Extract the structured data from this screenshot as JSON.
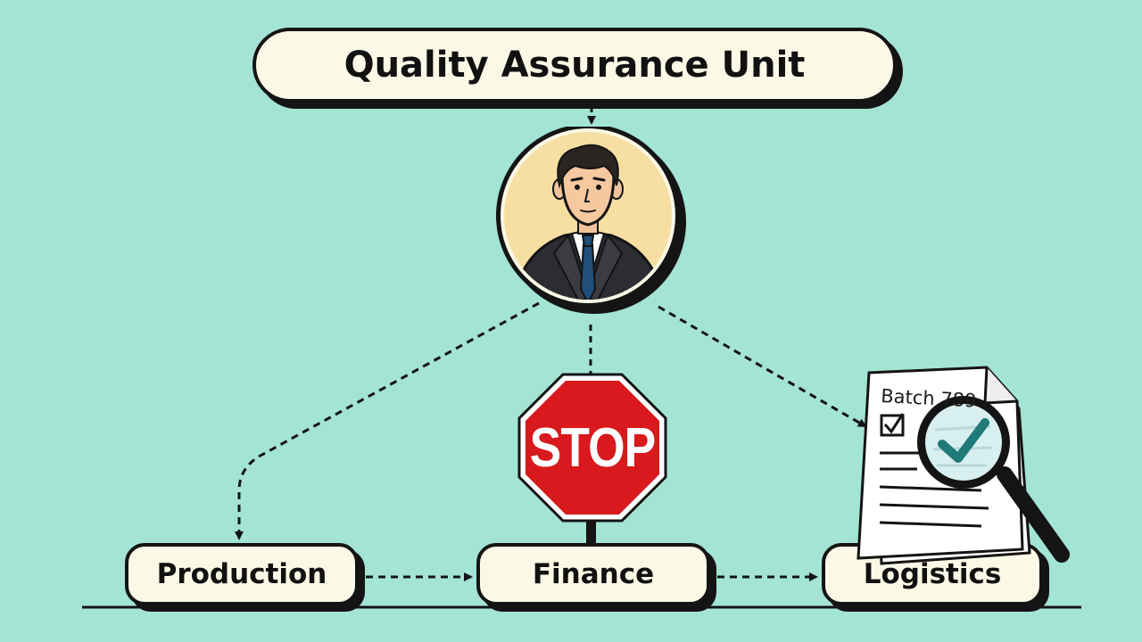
{
  "title": "Quality Assurance Unit",
  "departments": [
    {
      "label": "Production"
    },
    {
      "label": "Finance"
    },
    {
      "label": "Logistics"
    }
  ],
  "stop_sign": {
    "text": "STOP",
    "color": "#d8191d"
  },
  "document": {
    "title": "Batch 789"
  },
  "icons": {
    "avatar": "manager-avatar-icon",
    "stop": "stop-sign-icon",
    "document": "document-icon",
    "magnifier": "magnifying-glass-icon",
    "checkmark": "checkmark-icon"
  },
  "colors": {
    "background": "#a3e4d4",
    "node_fill": "#fbf8e6",
    "outline": "#141414",
    "stop_red": "#d8191d",
    "check_teal": "#1f7a78",
    "avatar_bg": "#f7dfa3"
  }
}
